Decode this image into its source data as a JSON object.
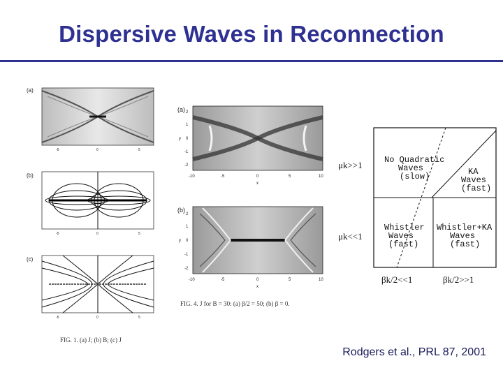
{
  "slide": {
    "title": "Dispersive Waves in Reconnection",
    "citation": "Rodgers et al., PRL 87, 2001"
  },
  "figure1": {
    "panels": [
      "(a)",
      "(b)",
      "(c)"
    ],
    "caption": "FIG. 1. (a) J; (b) B; (c) J"
  },
  "figure4": {
    "panels": [
      "(a)",
      "(b)"
    ],
    "x_ticks": [
      "-10",
      "-5",
      "0",
      "5",
      "10"
    ],
    "y_ticks": [
      "2",
      "1",
      "0",
      "-1",
      "-2"
    ],
    "x_label": "x",
    "y_label": "y",
    "caption": "FIG. 4. J for B = 30: (a) β/2 = 50; (b) β = 0."
  },
  "regime_diagram": {
    "row_labels": [
      "μk>>1",
      "μk<<1"
    ],
    "col_labels": [
      "βk/2<<1",
      "βk/2>>1"
    ],
    "cells": {
      "top_left": [
        "No Quadratic",
        "Waves",
        "(slow)"
      ],
      "top_right": [
        "KA",
        "Waves",
        "(fast)"
      ],
      "bottom_left": [
        "Whistler",
        "Waves",
        "(fast)"
      ],
      "bottom_right": [
        "Whistler+KA",
        "Waves",
        "(fast)"
      ]
    }
  }
}
